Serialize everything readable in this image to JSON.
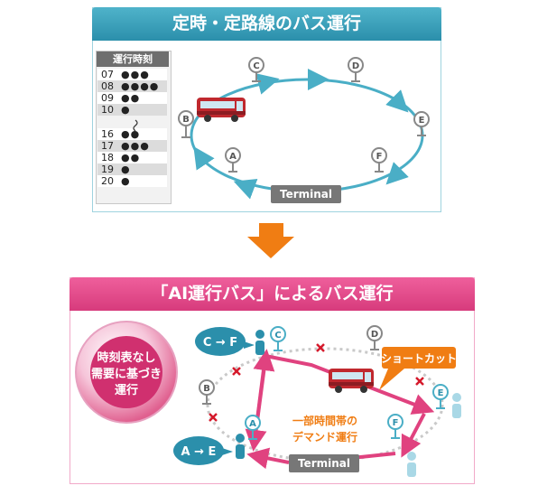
{
  "top": {
    "title": "定時・定路線のバス運行",
    "timetable": {
      "header": "運行時刻",
      "rows": [
        {
          "hour": "07",
          "dots": "●●●"
        },
        {
          "hour": "08",
          "dots": "●●●●"
        },
        {
          "hour": "09",
          "dots": "●●"
        },
        {
          "hour": "10",
          "dots": "●"
        },
        {
          "hour": "16",
          "dots": "●●"
        },
        {
          "hour": "17",
          "dots": "●●●"
        },
        {
          "hour": "18",
          "dots": "●●"
        },
        {
          "hour": "19",
          "dots": "●"
        },
        {
          "hour": "20",
          "dots": "●"
        }
      ]
    },
    "stops": [
      "A",
      "B",
      "C",
      "D",
      "E",
      "F"
    ],
    "terminal": "Terminal"
  },
  "bottom": {
    "title": "「AI運行バス」によるバス運行",
    "bubble": [
      "時刻表なし",
      "需要に基づき",
      "運行"
    ],
    "shortcut": "ショートカット",
    "demand_note": [
      "一部時間帯の",
      "デマンド運行"
    ],
    "trip1": "C → F",
    "trip2": "A → E",
    "stops": [
      "A",
      "B",
      "C",
      "D",
      "E",
      "F"
    ],
    "terminal": "Terminal"
  },
  "colors": {
    "teal": "#4aaec6",
    "pink": "#e0427f",
    "orange": "#f07d13",
    "gray": "#777777"
  }
}
